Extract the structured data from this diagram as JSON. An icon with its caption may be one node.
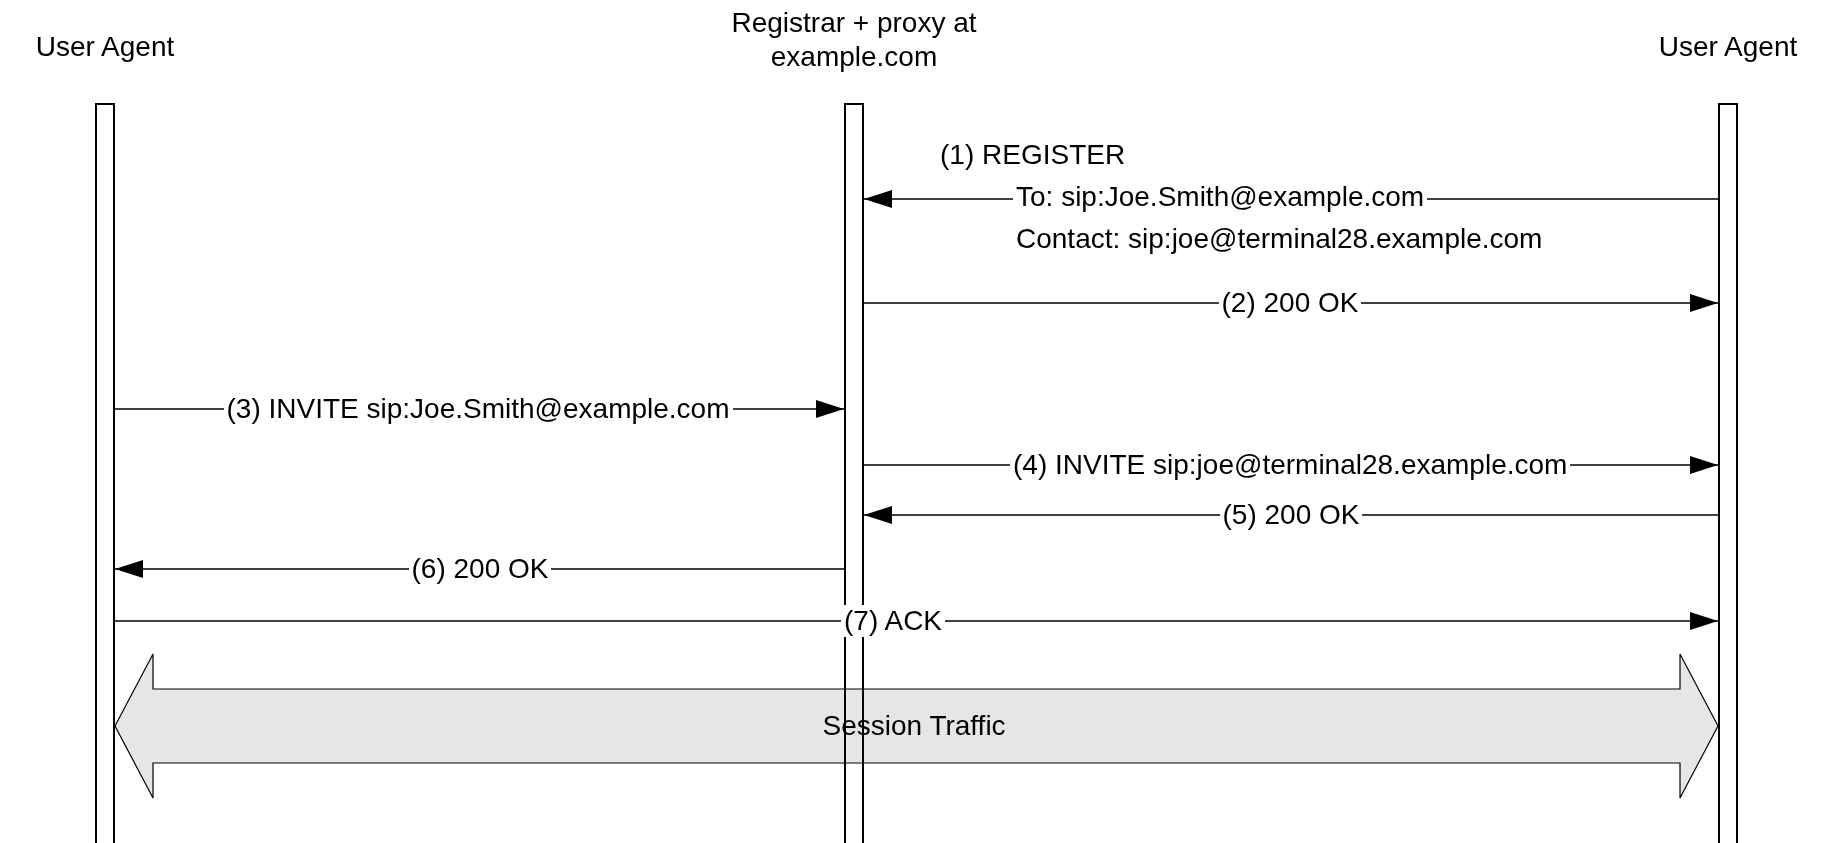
{
  "diagram": {
    "nodes": [
      {
        "text": [
          "User Agent"
        ]
      },
      {
        "text": [
          "Registrar + proxy at example.com"
        ]
      },
      {
        "text": [
          "User Agent"
        ]
      }
    ],
    "edges": [
      {
        "from": 2,
        "to": 1,
        "arrow": "to",
        "label": "(1) REGISTER"
      },
      {
        "from": 1,
        "to": 2,
        "arrow": "to",
        "label": "(2) 200 OK"
      },
      {
        "from": 0,
        "to": 1,
        "arrow": "to",
        "label": "(3) INVITE sip:Joe.Smith@example.com"
      },
      {
        "from": 1,
        "to": 2,
        "arrow": "to",
        "label": "(4) INVITE sip:joe@terminal28.example.com"
      },
      {
        "from": 2,
        "to": 1,
        "arrow": "to",
        "label": "(5) 200 OK"
      },
      {
        "from": 1,
        "to": 0,
        "arrow": "to",
        "label": "(6) 200 OK"
      },
      {
        "from": 0,
        "to": 2,
        "arrow": "to",
        "label": "(7) ACK"
      },
      {
        "from": 0,
        "to": 2,
        "arrow": "both",
        "label": "Session Traffic",
        "style": "thick",
        "color": "#e6e6e6"
      }
    ],
    "labels": [
      "To: sip:Joe.Smith@example.com",
      "Contact: sip:joe@terminal28.example.com"
    ]
  }
}
